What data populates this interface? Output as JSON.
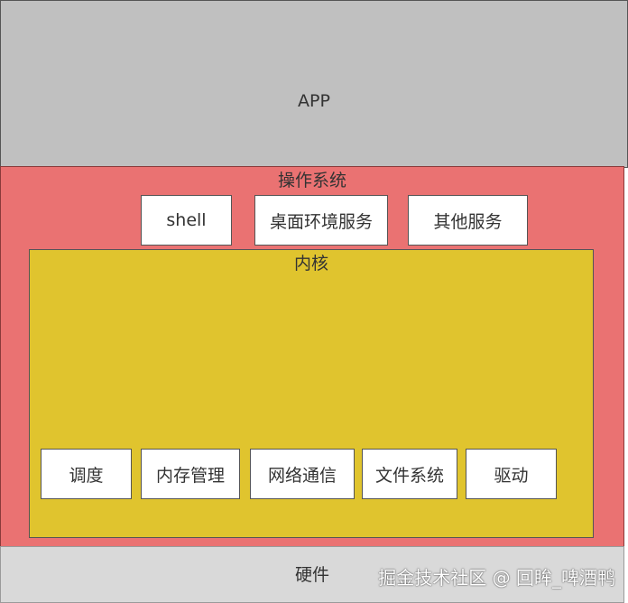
{
  "layers": {
    "app": {
      "label": "APP"
    },
    "os": {
      "label": "操作系统",
      "components": [
        "shell",
        "桌面环境服务",
        "其他服务"
      ]
    },
    "kernel": {
      "label": "内核",
      "components": [
        "调度",
        "内存管理",
        "网络通信",
        "文件系统",
        "驱动"
      ]
    },
    "hardware": {
      "label": "硬件"
    }
  },
  "watermark": "掘金技术社区 @ 回眸_啤酒鸭",
  "colors": {
    "app": "#c0c0c0",
    "os": "#ea7272",
    "kernel": "#e0c42e",
    "hardware": "#d9d9d9",
    "box": "#ffffff"
  }
}
